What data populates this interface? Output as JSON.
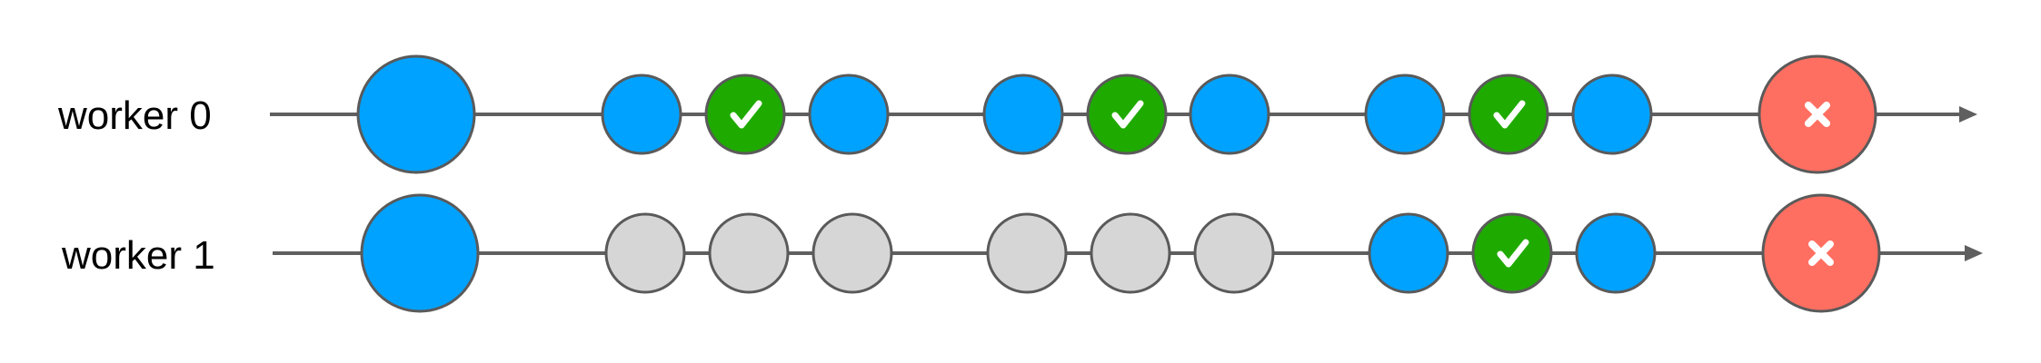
{
  "workers": [
    {
      "label": "worker 0",
      "events": [
        {
          "type": "large",
          "status": "active"
        },
        {
          "type": "small",
          "status": "active"
        },
        {
          "type": "small",
          "status": "success",
          "icon": "check-icon"
        },
        {
          "type": "small",
          "status": "active"
        },
        {
          "type": "small",
          "status": "active"
        },
        {
          "type": "small",
          "status": "success",
          "icon": "check-icon"
        },
        {
          "type": "small",
          "status": "active"
        },
        {
          "type": "small",
          "status": "active"
        },
        {
          "type": "small",
          "status": "success",
          "icon": "check-icon"
        },
        {
          "type": "small",
          "status": "active"
        },
        {
          "type": "large",
          "status": "error",
          "icon": "close-icon"
        }
      ]
    },
    {
      "label": "worker 1",
      "events": [
        {
          "type": "large",
          "status": "active"
        },
        {
          "type": "small",
          "status": "idle"
        },
        {
          "type": "small",
          "status": "idle"
        },
        {
          "type": "small",
          "status": "idle"
        },
        {
          "type": "small",
          "status": "idle"
        },
        {
          "type": "small",
          "status": "idle"
        },
        {
          "type": "small",
          "status": "idle"
        },
        {
          "type": "small",
          "status": "active"
        },
        {
          "type": "small",
          "status": "success",
          "icon": "check-icon"
        },
        {
          "type": "small",
          "status": "active"
        },
        {
          "type": "large",
          "status": "error",
          "icon": "close-icon"
        }
      ]
    }
  ],
  "colors": {
    "active": "#00a2ff",
    "success": "#1faa00",
    "idle": "#d6d6d6",
    "error": "#ff6f61",
    "line": "#5f5f5f",
    "outline": "#5a5a5a",
    "text": "#000000"
  }
}
